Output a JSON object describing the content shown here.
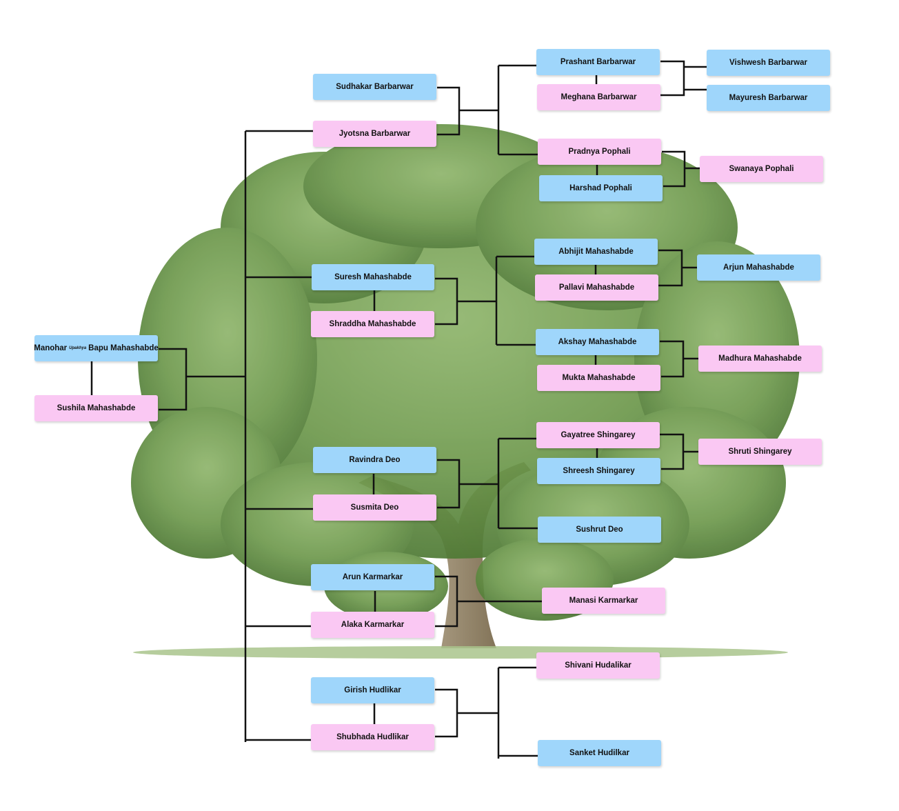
{
  "people": {
    "manohar": {
      "first": "Manohar",
      "upakhya": "Upakhya",
      "rest": "Bapu Mahashabde"
    },
    "sushila": "Sushila Mahashabde",
    "sudhakar": "Sudhakar Barbarwar",
    "jyotsna": "Jyotsna  Barbarwar",
    "prashant": "Prashant Barbarwar",
    "meghana": "Meghana Barbarwar",
    "vishwesh": "Vishwesh Barbarwar",
    "mayuresh": "Mayuresh Barbarwar",
    "pradnya": "Pradnya Pophali",
    "harshad": "Harshad Pophali",
    "swanaya": "Swanaya Pophali",
    "suresh": "Suresh  Mahashabde",
    "shraddha": "Shraddha Mahashabde",
    "abhijit": "Abhijit Mahashabde",
    "pallavi": "Pallavi Mahashabde",
    "arjun": "Arjun Mahashabde",
    "akshay": "Akshay Mahashabde",
    "mukta": "Mukta Mahashabde",
    "madhura": "Madhura Mahashabde",
    "ravindra": "Ravindra Deo",
    "susmita": "Susmita  Deo",
    "gayatree": "Gayatree  Shingarey",
    "shreesh": "Shreesh Shingarey",
    "shruti": "Shruti Shingarey",
    "sushrut": "Sushrut Deo",
    "arun": "Arun Karmarkar",
    "alaka": "Alaka Karmarkar",
    "manasi": "Manasi Karmarkar",
    "girish": "Girish Hudlikar",
    "shubhada": "Shubhada Hudlikar",
    "shivani": "Shivani Hudalikar",
    "sanket": "Sanket Hudilkar"
  },
  "colors": {
    "male_box": "#9fd6fb",
    "female_box": "#fac8f3",
    "connector": "#111111",
    "tree_foliage": "#6f9a4e",
    "tree_trunk": "#8a7a5c"
  }
}
